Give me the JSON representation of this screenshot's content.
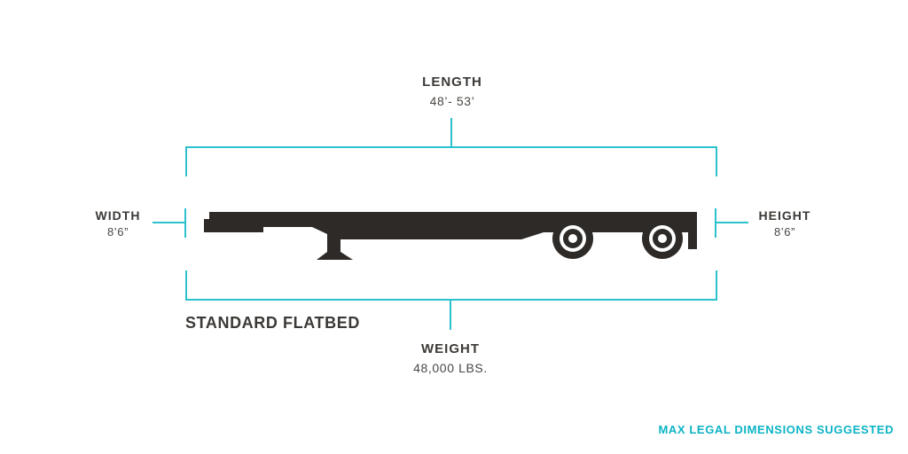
{
  "colors": {
    "accent_lines": "#2bc2ce",
    "text_ink": "#3c3936",
    "trailer_silhouette": "#2e2a27",
    "footnote_teal": "#0cb4c5",
    "background": "#ffffff"
  },
  "dimensions": {
    "length": {
      "label": "LENGTH",
      "value": "48’- 53’"
    },
    "width": {
      "label": "WIDTH",
      "value": "8’6”"
    },
    "height": {
      "label": "HEIGHT",
      "value": "8’6”"
    },
    "weight": {
      "label": "WEIGHT",
      "value": "48,000 LBS."
    }
  },
  "title": "STANDARD FLATBED",
  "footnote": "MAX LEGAL DIMENSIONS SUGGESTED",
  "vehicle": "standard flatbed trailer side silhouette"
}
